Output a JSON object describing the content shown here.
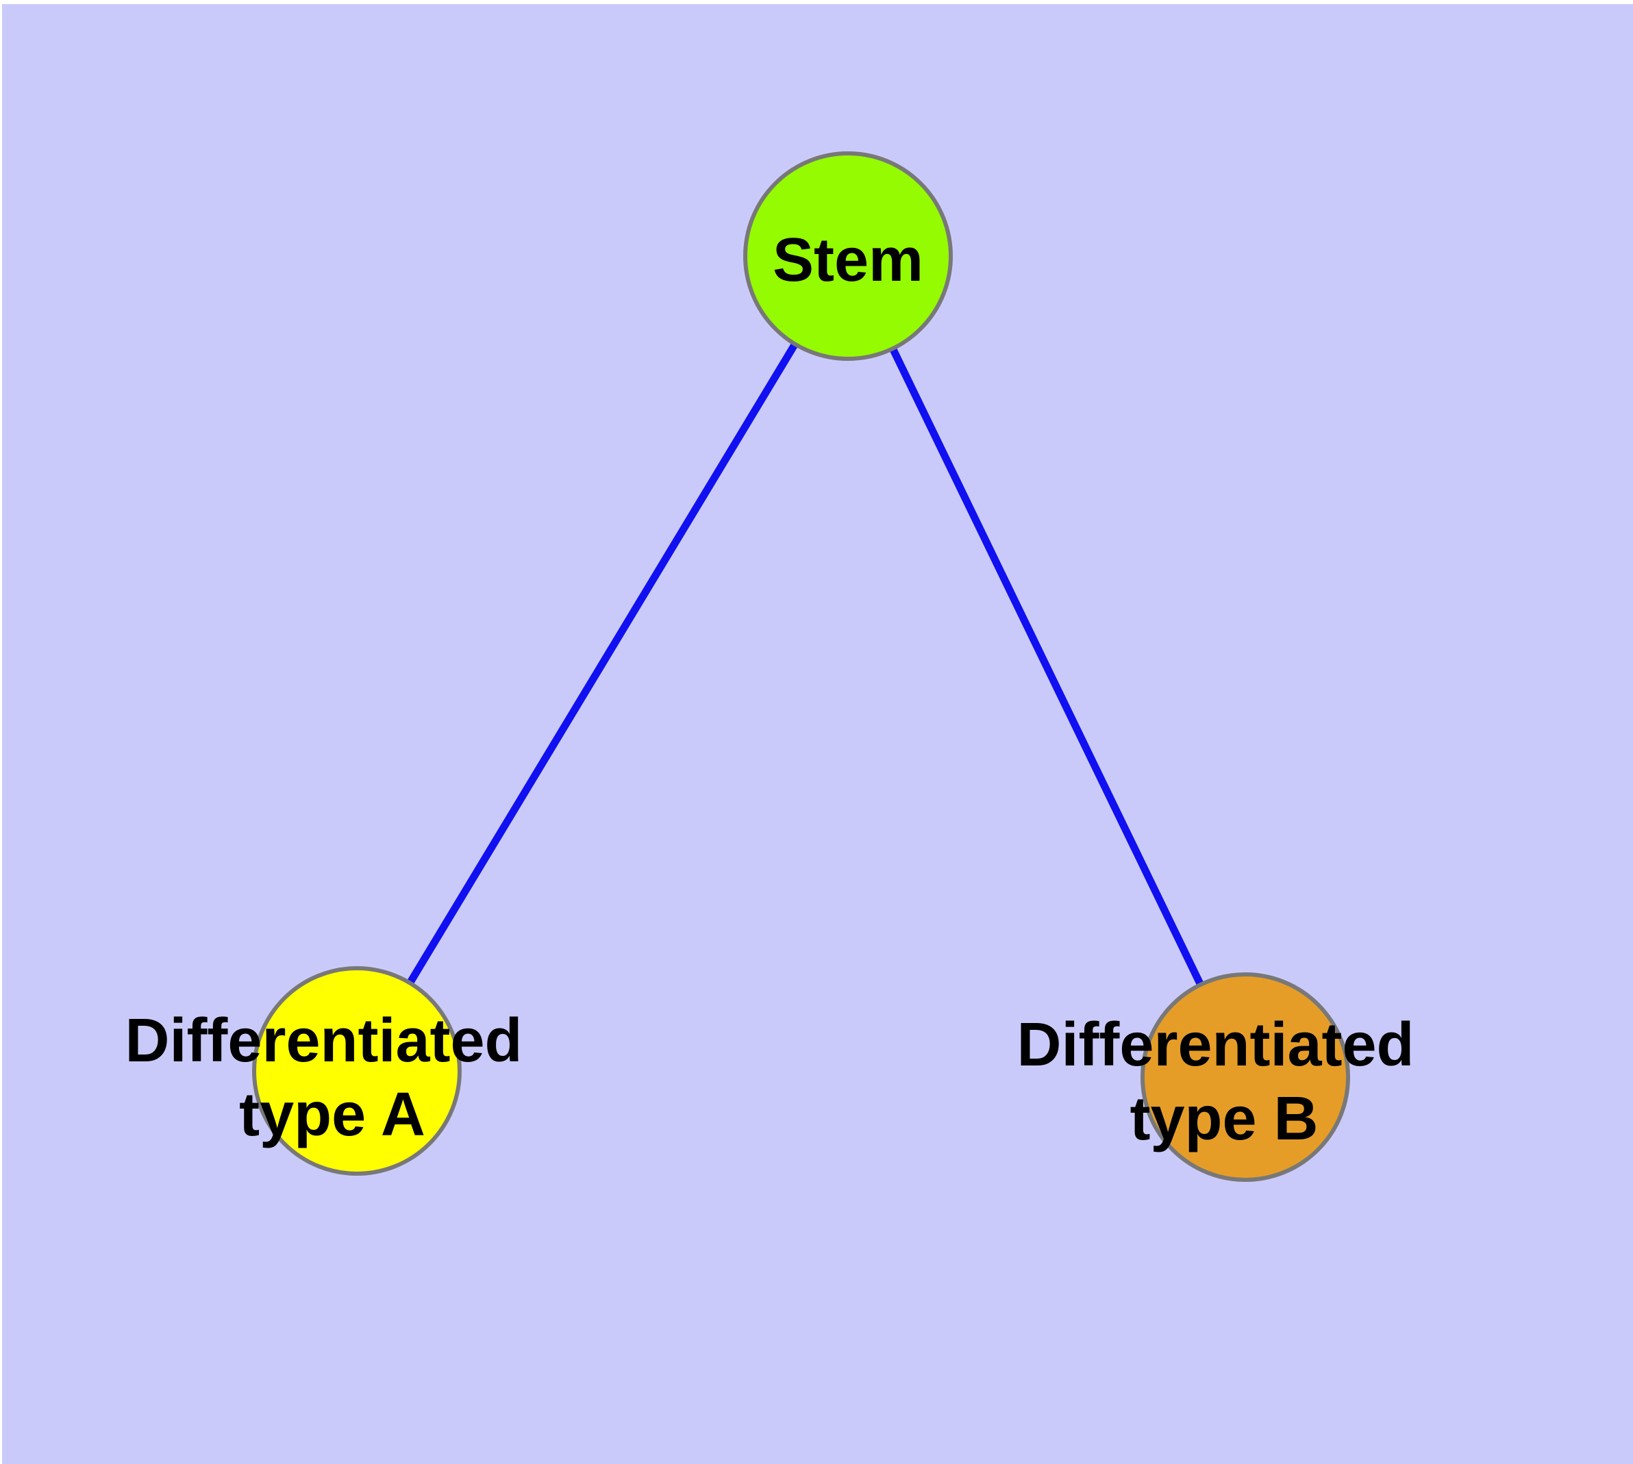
{
  "diagram": {
    "background_color": "#cacafa",
    "page_margin_color": "#ffffff",
    "text_color": "#000000",
    "node_border_color": "#787878",
    "edge_color": "#1010f0",
    "nodes": {
      "stem": {
        "label": "Stem",
        "fill": "#95fb00"
      },
      "type_a": {
        "label_line1": "Differentiated",
        "label_line2": "type A",
        "label_full": "Differentiated type A",
        "fill": "#ffff00"
      },
      "type_b": {
        "label_line1": "Differentiated",
        "label_line2": "type B",
        "label_full": "Differentiated type B",
        "fill": "#e69d28"
      }
    },
    "edges": [
      {
        "from": "Stem",
        "to": "Differentiated type A"
      },
      {
        "from": "Stem",
        "to": "Differentiated type B"
      }
    ]
  }
}
